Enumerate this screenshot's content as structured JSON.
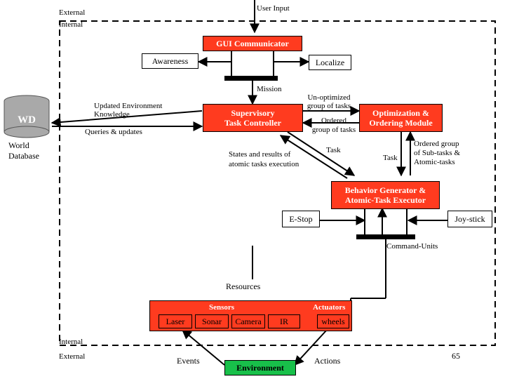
{
  "labels": {
    "user_input": "User Input",
    "external_top": "External",
    "internal_top": "Internal",
    "awareness": "Awareness",
    "localize": "Localize",
    "mission": "Mission",
    "updated_env_1": "Updated Environment",
    "updated_env_2": "Knowledge",
    "queries": "Queries & updates",
    "unoptimized_1": "Un-optimized",
    "unoptimized_2": "group of tasks",
    "ordered_1": "Ordered",
    "ordered_2": "group of tasks",
    "world_1": "World",
    "world_2": "Database",
    "states_1": "States and results of",
    "states_2": "atomic tasks execution",
    "task_upper": "Task",
    "task_lower": "Task",
    "ordered_sub_1": "Ordered group",
    "ordered_sub_2": "of Sub-tasks &",
    "ordered_sub_3": "Atomic-tasks",
    "estop": "E-Stop",
    "joystick": "Joy-stick",
    "command_units": "Command-Units",
    "resources": "Resources",
    "internal_bottom": "Internal",
    "external_bottom": "External",
    "events": "Events",
    "actions": "Actions",
    "page_number": "65"
  },
  "boxes": {
    "gui": "GUI Communicator",
    "supervisory_1": "Supervisory",
    "supervisory_2": "Task Controller",
    "optimization_1": "Optimization &",
    "optimization_2": "Ordering Module",
    "behavior_1": "Behavior Generator &",
    "behavior_2": "Atomic-Task Executor",
    "environment": "Environment",
    "wd": "WD"
  },
  "resources": {
    "sensors_title": "Sensors",
    "actuators_title": "Actuators",
    "sensors": [
      "Laser",
      "Sonar",
      "Camera",
      "IR"
    ],
    "actuators": [
      "wheels"
    ]
  },
  "colors": {
    "module_fill": "#ff3b1f",
    "environment_fill": "#18c04a",
    "database_fill": "#a9a9a9"
  }
}
